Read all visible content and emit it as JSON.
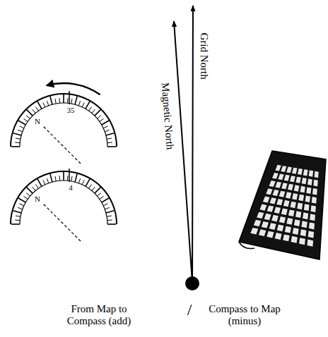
{
  "diagram": {
    "labels": [
      "35",
      "N",
      "4",
      "N",
      "Magnetic North",
      "Grid North",
      "From Map to Compass (add)",
      "/",
      "Compass to Map (minus)"
    ]
  }
}
